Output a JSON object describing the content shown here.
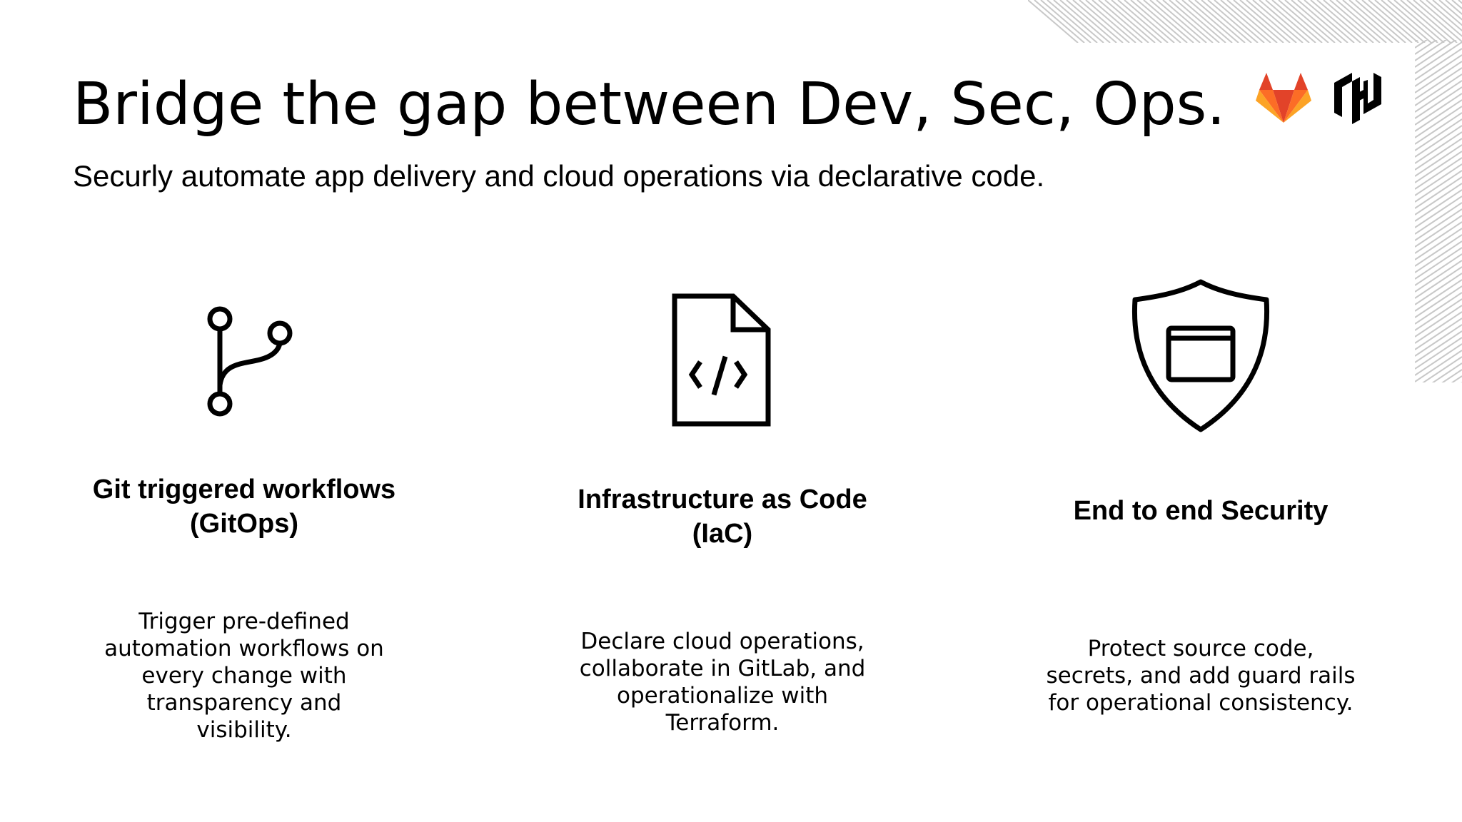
{
  "slide": {
    "title": "Bridge the gap between Dev, Sec, Ops.",
    "subtitle": "Securly automate app delivery and cloud operations via declarative code.",
    "accent_colors": {
      "gitlab_orange": "#FC6D26",
      "gitlab_red": "#E24329",
      "gitlab_yellow": "#FCA326",
      "ink": "#000000",
      "hatch": "#c8c8c8"
    },
    "logos": [
      {
        "icon": "gitlab-logo-icon"
      },
      {
        "icon": "hashicorp-logo-icon"
      }
    ]
  },
  "features": [
    {
      "icon": "git-branch-icon",
      "heading": "Git triggered workflows (GitOps)",
      "description": "Trigger pre-defined automation workflows on every change with transparency and visibility."
    },
    {
      "icon": "code-file-icon",
      "heading": "Infrastructure as Code (IaC)",
      "description": "Declare cloud operations, collaborate in GitLab, and operationalize with Terraform."
    },
    {
      "icon": "security-shield-icon",
      "heading": "End to end Security",
      "description": "Protect source code, secrets, and add guard rails for operational consistency."
    }
  ]
}
